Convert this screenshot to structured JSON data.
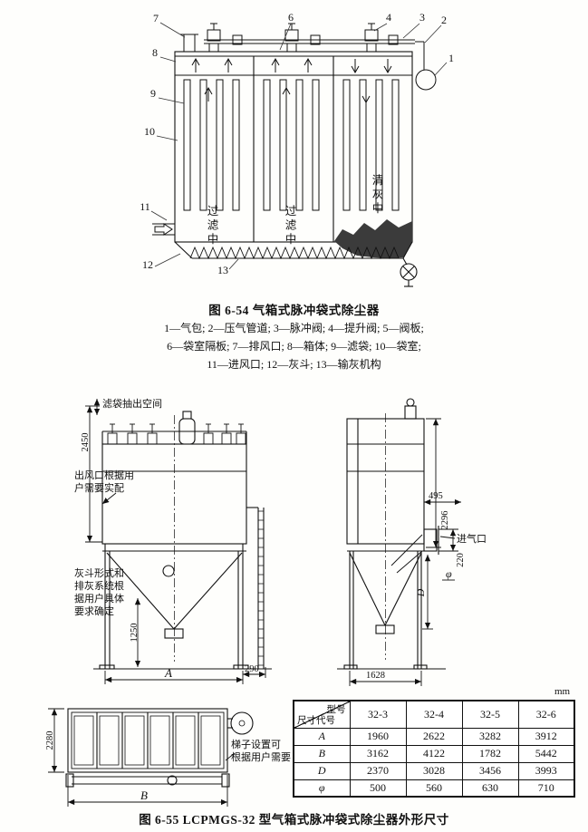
{
  "fig54": {
    "caption": "图 6-54  气箱式脉冲袋式除尘器",
    "legend": [
      "1—气包; 2—压气管道; 3—脉冲阀; 4—提升阀; 5—阀板;",
      "6—袋室隔板; 7—排风口; 8—箱体; 9—滤袋; 10—袋室;",
      "11—进风口; 12—灰斗; 13—输灰机构"
    ],
    "callouts": [
      "7",
      "6",
      "4",
      "3",
      "2",
      "1",
      "8",
      "9",
      "10",
      "11",
      "12",
      "13"
    ],
    "status": {
      "chamber1": "过滤中",
      "chamber2": "过滤中",
      "chamber3": "清灰中"
    }
  },
  "fig55": {
    "caption": "图 6-55  LCPMGS-32 型气箱式脉冲袋式除尘器外形尺寸",
    "notes": {
      "bag_space": "滤袋抽出空间",
      "outlet_line1": "出风口根据用",
      "outlet_line2": "户需要实配",
      "hopper_line1": "灰斗形式和",
      "hopper_line2": "排灰系统根",
      "hopper_line3": "据用户具体",
      "hopper_line4": "要求确定",
      "inlet": "进气口",
      "ladder_line1": "梯子设置可",
      "ladder_line2": "根据用户需要"
    },
    "dims": {
      "h2450": "2450",
      "h1250": "1250",
      "w290": "290",
      "A": "A",
      "h2296": "2296",
      "w495": "495",
      "h220": "220",
      "phi": "φ",
      "D": "D",
      "w1628": "1628",
      "h2280": "2280",
      "B": "B"
    }
  },
  "table": {
    "unit": "mm",
    "corner_top": "型号",
    "corner_bottom": "尺寸代号",
    "models": [
      "32-3",
      "32-4",
      "32-5",
      "32-6"
    ],
    "rows": [
      {
        "label": "A",
        "values": [
          "1960",
          "2622",
          "3282",
          "3912"
        ]
      },
      {
        "label": "B",
        "values": [
          "3162",
          "4122",
          "1782",
          "5442"
        ]
      },
      {
        "label": "D",
        "values": [
          "2370",
          "3028",
          "3456",
          "3993"
        ]
      },
      {
        "label": "φ",
        "values": [
          "500",
          "560",
          "630",
          "710"
        ]
      }
    ]
  }
}
